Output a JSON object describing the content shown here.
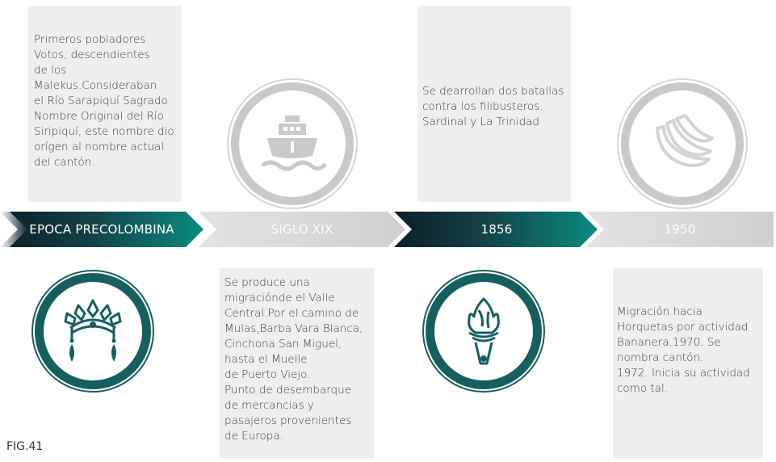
{
  "fig_label": "FIG.41",
  "timeline": [
    {
      "label": "EPOCA PRECOLOMBINA",
      "text": "Primeros pobladores\nVotos, descendientes\nde los\nMalekus.Consideraban\nel Río Sarapiquí Sagrado\nNombre Original del Río\nSiripiquí, este nombre dio\norígen al nombre actual\ndel cantón.",
      "icon": "headdress-icon",
      "style": "dark"
    },
    {
      "label": "SIGLO XIX",
      "text": "Se produce una\nmigraciónde el Valle\nCentral.Por el camino de\nMulas,Barba Vara Blanca,\nCinchona San Miguel,\nhasta el Muelle\nde Puerto Viejo.\nPunto de desembarque\nde mercancias y\npasajeros provenientes\nde Europa.",
      "icon": "ship-icon",
      "style": "light"
    },
    {
      "label": "1856",
      "text": "Se dearrollan dos batallas\ncontra los filibusteros.\nSardinal y La Trinidad",
      "icon": "torch-icon",
      "style": "dark"
    },
    {
      "label": "1950",
      "text": "Migración hacia\nHorquetas por actividad\nBananera.1970. Se\nnombra cantón.\n1972. Inicia su actividad\ncomo tal.",
      "icon": "bananas-icon",
      "style": "light"
    }
  ],
  "colors": {
    "teal_dark": "#0e2a33",
    "teal_light": "#0a8a7e",
    "grey_arrow": "#d3d3d3",
    "grey_circle": "#c9c9c9",
    "box_bg": "#efefef"
  }
}
